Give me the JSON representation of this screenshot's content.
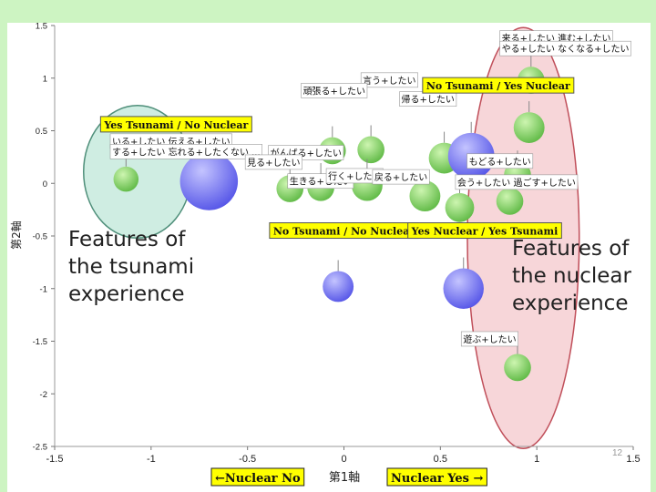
{
  "chart_data": {
    "type": "bubble-scatter",
    "xlabel": "第1軸",
    "ylabel": "第2軸",
    "xlim": [
      -1.5,
      1.5
    ],
    "ylim": [
      -2.5,
      1.5
    ],
    "x_ticks": [
      -1.5,
      -1,
      -0.5,
      0,
      0.5,
      1,
      1.5
    ],
    "y_ticks": [
      1.5,
      1,
      0.5,
      0,
      -0.5,
      -1,
      -1.5,
      -2,
      -2.5
    ],
    "x_tick_labels": [
      "-1.5",
      "-1",
      "-0.5",
      "0",
      "0.5",
      "1",
      "1.5"
    ],
    "y_tick_labels": [
      "1.5",
      "1",
      "0.5",
      "0",
      "-0.5",
      "-1",
      "-1.5",
      "-2",
      "-2.5"
    ],
    "x_axis_captions": {
      "left": "←Nuclear No",
      "right": "Nuclear Yes →"
    },
    "bubbles": [
      {
        "x": -1.13,
        "y": 0.04,
        "r": 0.065,
        "color": "green"
      },
      {
        "x": -0.7,
        "y": 0.02,
        "r": 0.15,
        "color": "blue"
      },
      {
        "x": -0.06,
        "y": 0.31,
        "r": 0.07,
        "color": "green"
      },
      {
        "x": 0.14,
        "y": 0.32,
        "r": 0.07,
        "color": "green"
      },
      {
        "x": -0.28,
        "y": -0.05,
        "r": 0.07,
        "color": "green"
      },
      {
        "x": -0.12,
        "y": -0.04,
        "r": 0.07,
        "color": "green"
      },
      {
        "x": 0.12,
        "y": -0.02,
        "r": 0.08,
        "color": "green"
      },
      {
        "x": 0.52,
        "y": 0.24,
        "r": 0.08,
        "color": "green"
      },
      {
        "x": 0.66,
        "y": 0.26,
        "r": 0.12,
        "color": "blue"
      },
      {
        "x": 0.42,
        "y": -0.12,
        "r": 0.08,
        "color": "green"
      },
      {
        "x": 0.9,
        "y": 0.08,
        "r": 0.07,
        "color": "green"
      },
      {
        "x": 0.6,
        "y": -0.23,
        "r": 0.075,
        "color": "green"
      },
      {
        "x": 0.86,
        "y": -0.17,
        "r": 0.07,
        "color": "green"
      },
      {
        "x": 0.96,
        "y": 0.53,
        "r": 0.08,
        "color": "green"
      },
      {
        "x": 0.97,
        "y": 0.98,
        "r": 0.07,
        "color": "green"
      },
      {
        "x": -0.03,
        "y": -0.98,
        "r": 0.08,
        "color": "blue"
      },
      {
        "x": 0.62,
        "y": -1.0,
        "r": 0.105,
        "color": "blue"
      },
      {
        "x": 0.9,
        "y": -1.75,
        "r": 0.07,
        "color": "green"
      }
    ],
    "word_labels": [
      {
        "x": 0.23,
        "y": 0.93,
        "text": "言う+したい"
      },
      {
        "x": -0.08,
        "y": 0.83,
        "text": "頑張る+したい"
      },
      {
        "x": 0.43,
        "y": 0.75,
        "text": "帰る+したい"
      },
      {
        "x": 0.95,
        "y": 1.33,
        "text": "来る+したい  進む+したい"
      },
      {
        "x": 0.95,
        "y": 1.23,
        "text": "やる+したい  なくなる+したい"
      },
      {
        "x": -1.07,
        "y": 0.35,
        "text": "いる+したい  伝える+したい"
      },
      {
        "x": -1.07,
        "y": 0.25,
        "text": "する+したい  忘れる+したくない ..."
      },
      {
        "x": -0.25,
        "y": 0.24,
        "text": "がんばる+したい"
      },
      {
        "x": -0.37,
        "y": 0.15,
        "text": "見る+したい"
      },
      {
        "x": 0.78,
        "y": 0.16,
        "text": "もどる+したい"
      },
      {
        "x": -0.15,
        "y": -0.03,
        "text": "生きる+したい"
      },
      {
        "x": 0.05,
        "y": 0.02,
        "text": "行く+したい"
      },
      {
        "x": 0.29,
        "y": 0.01,
        "text": "戻る+したい"
      },
      {
        "x": 0.72,
        "y": -0.04,
        "text": "会う+したい  過ごす+したい"
      },
      {
        "x": 0.75,
        "y": -1.53,
        "text": "遊ぶ+したい"
      }
    ],
    "region_labels": [
      {
        "x": -0.87,
        "y": 0.54,
        "text": "Yes Tsunami / No Nuclear"
      },
      {
        "x": 0.8,
        "y": 0.91,
        "text": "No Tsunami / Yes Nuclear"
      },
      {
        "x": 0.0,
        "y": -0.47,
        "text": "No Tsunami / No Nuclear"
      },
      {
        "x": 0.73,
        "y": -0.47,
        "text": "Yes Nuclear / Yes Tsunami"
      }
    ],
    "ellipses": [
      {
        "cx": -1.07,
        "cy": 0.11,
        "rx": 0.28,
        "ry": 0.63,
        "fill": "#c7eadd",
        "stroke": "#4f8f7a"
      },
      {
        "cx": 0.93,
        "cy": -0.52,
        "rx": 0.29,
        "ry": 2.0,
        "fill": "#f6cfd2",
        "stroke": "#c04f5a"
      }
    ]
  },
  "annotations": {
    "tsunami": "Features of\nthe tsunami\nexperience",
    "nuclear": "Features of\nthe nuclear\nexperience"
  },
  "page_number": "12"
}
